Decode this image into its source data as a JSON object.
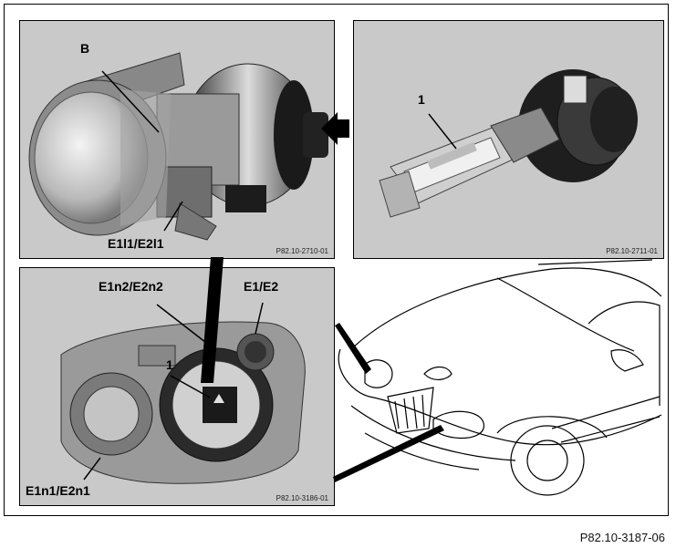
{
  "panels": {
    "projector": {
      "code": "P82.10-2710-01",
      "label_b": "B",
      "label_module": "E1l1/E2l1"
    },
    "bulb": {
      "code": "P82.10-2711-01",
      "label_1": "1"
    },
    "headlamp": {
      "code": "P82.10-3186-01",
      "label_1": "1",
      "label_control": "E1n2/E2n2",
      "label_lamp": "E1/E2",
      "label_unit": "E1n1/E2n1"
    }
  },
  "figure_code": "P82.10-3187-06",
  "colors": {
    "panel_bg": "#c9c9c9",
    "line": "#000000"
  },
  "icons": {
    "arrow": "arrow-left-icon"
  }
}
